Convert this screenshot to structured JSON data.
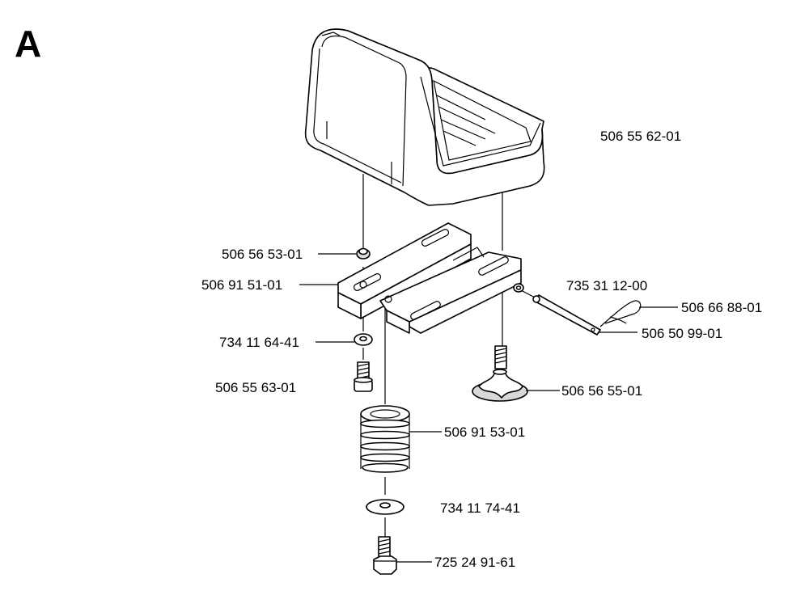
{
  "section_letter": "A",
  "parts": [
    {
      "id": "seat",
      "number": "506 55 62-01"
    },
    {
      "id": "nut-top",
      "number": "506 56 53-01"
    },
    {
      "id": "bracket",
      "number": "506 91 51-01"
    },
    {
      "id": "pin-washer",
      "number": "735 31 12-00"
    },
    {
      "id": "hair-pin",
      "number": "506 66 88-01"
    },
    {
      "id": "pin",
      "number": "506 50 99-01"
    },
    {
      "id": "washer-small",
      "number": "734 11 64-41"
    },
    {
      "id": "cap-screw",
      "number": "506 55 63-01"
    },
    {
      "id": "knob",
      "number": "506 56 55-01"
    },
    {
      "id": "spring",
      "number": "506 91 53-01"
    },
    {
      "id": "washer-large",
      "number": "734 11 74-41"
    },
    {
      "id": "bolt",
      "number": "725 24 91-61"
    }
  ]
}
